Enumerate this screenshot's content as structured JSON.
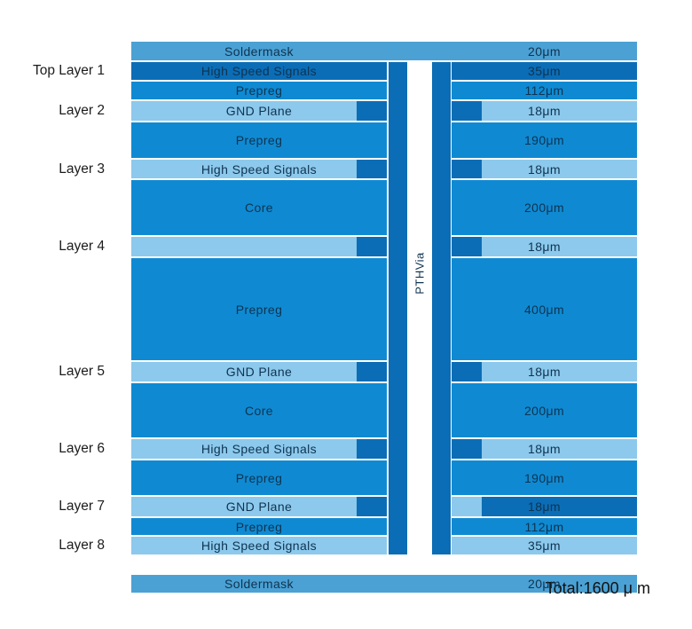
{
  "diagram": {
    "via_label": "PTHVia",
    "total_label": "Total:1600 μ m"
  },
  "colors": {
    "soldermask": "#4ba1d4",
    "dark": "#0b6db6",
    "medium": "#0f8ad2",
    "light": "#8cc9ec",
    "bar_text": "#0f3350",
    "label_text": "#1c1c1c"
  },
  "layers": [
    {
      "label": "",
      "material": "Soldermask",
      "thickness": "20μm",
      "kind": "soldermask",
      "span": "full"
    },
    {
      "label": "Top Layer 1",
      "material": "High Speed Signals",
      "thickness": "35μm",
      "kind": "dark"
    },
    {
      "label": "",
      "material": "Prepreg",
      "thickness": "112μm",
      "kind": "medium"
    },
    {
      "label": "Layer 2",
      "material": "GND Plane",
      "thickness": "18μm",
      "kind": "light",
      "via_pads": true
    },
    {
      "label": "",
      "material": "Prepreg",
      "thickness": "190μm",
      "kind": "medium"
    },
    {
      "label": "Layer 3",
      "material": "High Speed Signals",
      "thickness": "18μm",
      "kind": "light",
      "via_pads": true
    },
    {
      "label": "",
      "material": "Core",
      "thickness": "200μm",
      "kind": "medium"
    },
    {
      "label": "Layer 4",
      "material": "",
      "thickness": "18μm",
      "kind": "light",
      "via_pads": true
    },
    {
      "label": "",
      "material": "Prepreg",
      "thickness": "400μm",
      "kind": "medium"
    },
    {
      "label": "Layer 5",
      "material": "GND Plane",
      "thickness": "18μm",
      "kind": "light",
      "via_pads": true
    },
    {
      "label": "",
      "material": "Core",
      "thickness": "200μm",
      "kind": "medium"
    },
    {
      "label": "Layer 6",
      "material": "High Speed Signals",
      "thickness": "18μm",
      "kind": "light",
      "via_pads": true
    },
    {
      "label": "",
      "material": "Prepreg",
      "thickness": "190μm",
      "kind": "medium"
    },
    {
      "label": "Layer 7",
      "material": "GND Plane",
      "thickness": "18μm",
      "kind": "light",
      "via_pads": true,
      "right_reversed": true
    },
    {
      "label": "",
      "material": "Prepreg",
      "thickness": "112μm",
      "kind": "medium"
    },
    {
      "label": "Layer 8",
      "material": "High Speed Signals",
      "thickness": "35μm",
      "kind": "light"
    },
    {
      "label": "",
      "material": "Soldermask",
      "thickness": "20μm",
      "kind": "soldermask",
      "span": "full"
    }
  ]
}
